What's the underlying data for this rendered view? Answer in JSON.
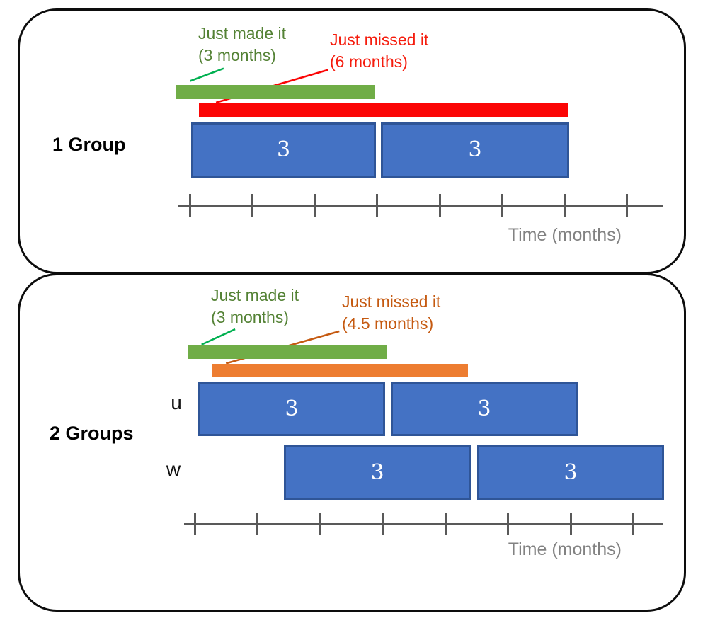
{
  "colors": {
    "box_fill": "#4472C4",
    "box_border": "#2F5597",
    "green_bar": "#70AD47",
    "green_text": "#548235",
    "green_leader": "#00B050",
    "red": "#FF0000",
    "orange_bar": "#ED7D31",
    "orange_text": "#C55A11",
    "axis": "#595959",
    "axis_label_text": "#808080",
    "panel_border": "#000000"
  },
  "panels": [
    {
      "title": "1 Group",
      "made_it": {
        "label_line1": "Just made it",
        "label_line2": "(3 months)"
      },
      "missed_it": {
        "label_line1": "Just missed it",
        "label_line2": "(6 months)"
      },
      "boxes": [
        "3",
        "3"
      ],
      "axis_label": "Time (months)"
    },
    {
      "title": "2 Groups",
      "made_it": {
        "label_line1": "Just made it",
        "label_line2": "(3 months)"
      },
      "missed_it": {
        "label_line1": "Just missed it",
        "label_line2": "(4.5 months)"
      },
      "rows": [
        {
          "label": "u",
          "boxes": [
            "3",
            "3"
          ]
        },
        {
          "label": "w",
          "boxes": [
            "3",
            "3"
          ]
        }
      ],
      "axis_label": "Time (months)"
    }
  ]
}
